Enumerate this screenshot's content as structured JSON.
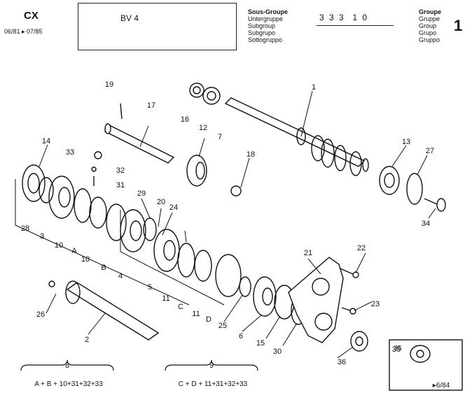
{
  "header": {
    "model": "CX",
    "date_range": "06/81 ▸ 07/85",
    "title": "BV 4",
    "subgroup_labels": [
      "Sous-Groupe",
      "Untergruppe",
      "Subgroup",
      "Subgrupo",
      "Sottogruppo"
    ],
    "subgroup_number": "3 3 3  1 0",
    "group_labels": [
      "Groupe",
      "Gruppe",
      "Group",
      "Grupo",
      "Gruppo"
    ],
    "group_number": "1"
  },
  "callouts": [
    {
      "id": "c1",
      "text": "1"
    },
    {
      "id": "c2",
      "text": "2"
    },
    {
      "id": "c4",
      "text": "4"
    },
    {
      "id": "c5",
      "text": "5"
    },
    {
      "id": "c6",
      "text": "6"
    },
    {
      "id": "c7",
      "text": "7"
    },
    {
      "id": "c3",
      "text": "3"
    },
    {
      "id": "c10a",
      "text": "10"
    },
    {
      "id": "c10b",
      "text": "10"
    },
    {
      "id": "c11a",
      "text": "11"
    },
    {
      "id": "c11b",
      "text": "11"
    },
    {
      "id": "c12",
      "text": "12"
    },
    {
      "id": "c13",
      "text": "13"
    },
    {
      "id": "c14",
      "text": "14"
    },
    {
      "id": "c15",
      "text": "15"
    },
    {
      "id": "c16",
      "text": "16"
    },
    {
      "id": "c17",
      "text": "17"
    },
    {
      "id": "c18",
      "text": "18"
    },
    {
      "id": "c19",
      "text": "19"
    },
    {
      "id": "c20",
      "text": "20"
    },
    {
      "id": "c21",
      "text": "21"
    },
    {
      "id": "c22",
      "text": "22"
    },
    {
      "id": "c23",
      "text": "23"
    },
    {
      "id": "c24",
      "text": "24"
    },
    {
      "id": "c25",
      "text": "25"
    },
    {
      "id": "c26",
      "text": "26"
    },
    {
      "id": "c27",
      "text": "27"
    },
    {
      "id": "c28",
      "text": "28"
    },
    {
      "id": "c29",
      "text": "29"
    },
    {
      "id": "c30",
      "text": "30"
    },
    {
      "id": "c31",
      "text": "31"
    },
    {
      "id": "c32",
      "text": "32"
    },
    {
      "id": "c33",
      "text": "33"
    },
    {
      "id": "c34",
      "text": "34"
    },
    {
      "id": "c35",
      "text": "35"
    },
    {
      "id": "c36",
      "text": "36"
    },
    {
      "id": "cA",
      "text": "A"
    },
    {
      "id": "cB",
      "text": "B"
    },
    {
      "id": "cC",
      "text": "C"
    },
    {
      "id": "cD",
      "text": "D"
    }
  ],
  "kits": [
    {
      "number": "8",
      "formula": "A + B + 10+31+32+33"
    },
    {
      "number": "9",
      "formula": "C + D + 11+31+32+33"
    }
  ],
  "inset": {
    "label": "35",
    "date": "▸6/84"
  }
}
